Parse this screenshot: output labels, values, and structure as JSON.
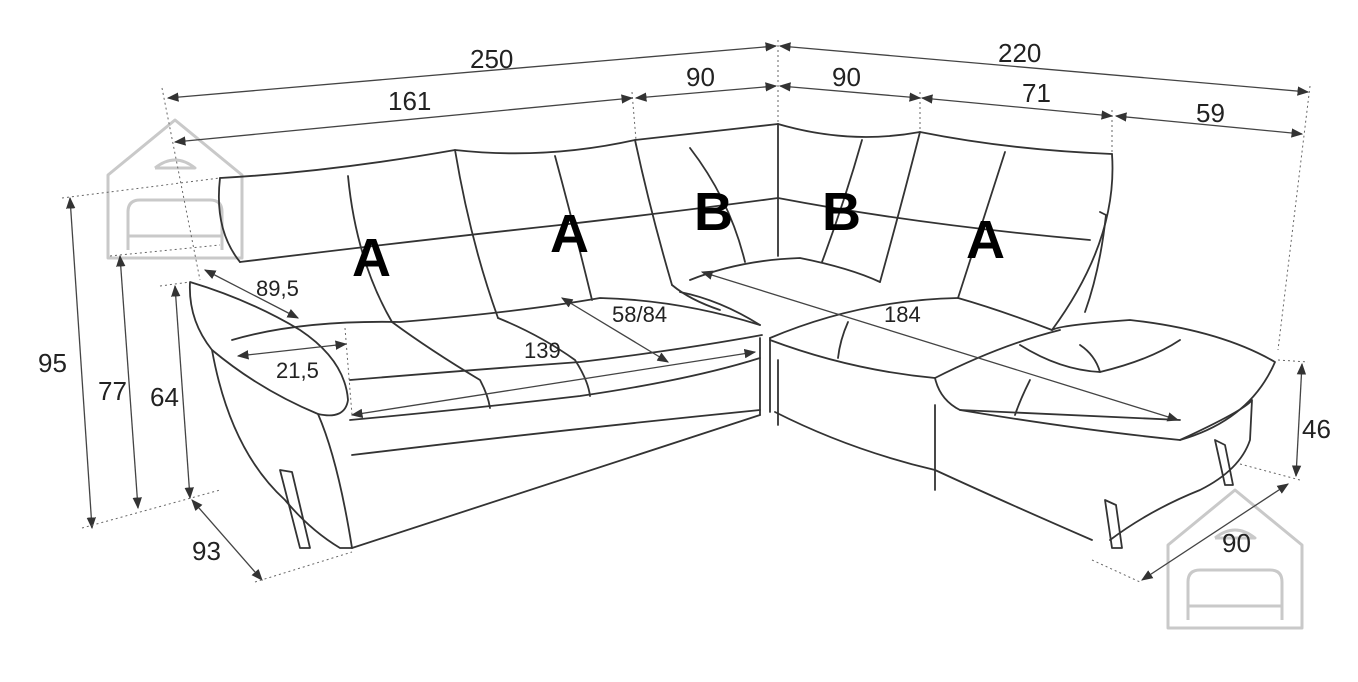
{
  "dimensions": {
    "total_left": "250",
    "total_right": "220",
    "left_section": "161",
    "left_corner": "90",
    "right_corner": "90",
    "right_middle": "71",
    "right_end": "59",
    "back_height": "95",
    "arm_top_height": "77",
    "arm_height": "64",
    "depth_left": "93",
    "seat_height": "46",
    "depth_right": "90",
    "armrest_length": "89,5",
    "armrest_width": "21,5",
    "seat_width_left": "139",
    "corner_seat": "58/84",
    "seat_width_right": "184"
  },
  "seat_labels": {
    "s1": "A",
    "s2": "A",
    "s3": "B",
    "s4": "B",
    "s5": "A"
  }
}
